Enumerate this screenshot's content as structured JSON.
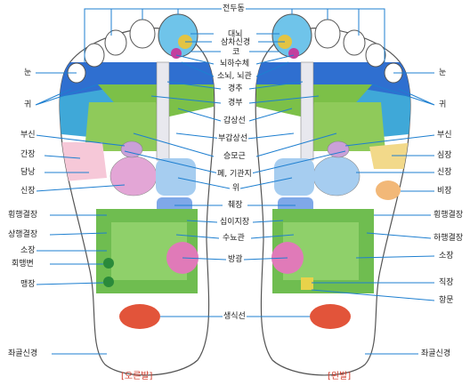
{
  "colors": {
    "line": "#1e7fd0",
    "outline": "#555555",
    "sole": "#ffffff",
    "heel_spot": "#e2543a",
    "title": "#d13a2a"
  },
  "foot_titles": {
    "right_foot": "[오른발]",
    "left_foot": "[왼발]"
  },
  "labels": {
    "center": {
      "jeondudeung": "전두동",
      "daenoe": "대뇌",
      "samcha": "삼차신경",
      "ko": "코",
      "noeha": "뇌하수체",
      "sonoe": "소뇌, 뇌관",
      "gyeongchu": "경추",
      "gyeongbu": "경부",
      "gapsangseon": "갑상선",
      "bugapsangseon": "부갑상선",
      "seungmogeun": "승모근",
      "pye": "폐, 기관지",
      "wi": "위",
      "hyejang": "췌장",
      "sipijijang": "십이지장",
      "sunogwan": "수뇨관",
      "banggwang": "방광",
      "saengsikseon": "생식선"
    },
    "left_side": {
      "nun": "눈",
      "gwi": "귀",
      "busin": "부신",
      "ganjang": "간장",
      "damnang": "담낭",
      "sinjang": "신장",
      "hoenghaeng": "횡행결장",
      "sanghaeng": "상행결장",
      "sojang": "소장",
      "hoemaeng": "회맹변",
      "maengjang": "맹장",
      "jwagol": "좌골신경"
    },
    "right_side": {
      "nun": "눈",
      "gwi": "귀",
      "busin": "부신",
      "simjang": "심장",
      "sinjang": "신장",
      "bijang": "비장",
      "hoenghaeng": "횡행결장",
      "hahaeng": "하행결장",
      "sojang": "소장",
      "jikjang": "직장",
      "hangmun": "항문",
      "jwagol": "좌골신경"
    }
  }
}
